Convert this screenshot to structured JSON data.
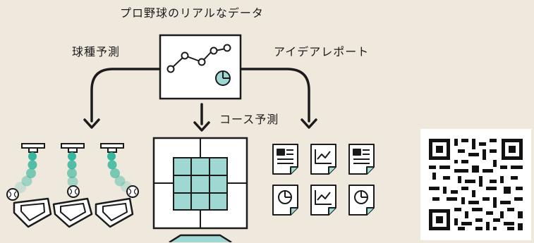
{
  "labels": {
    "title": "プロ野球のリアルなデータ",
    "pitch_prediction": "球種予測",
    "idea_report": "アイデアレポート",
    "course_prediction": "コース予測"
  },
  "colors": {
    "background": "#efe8dc",
    "teal": "#2bb39a",
    "teal_light": "#9fd8d3",
    "stroke": "#1b1b1b"
  },
  "icons": {
    "center": "line-chart-pie-icon",
    "left": "pitcher-ball-trajectory-icon",
    "middle": "strike-zone-grid-icon",
    "right": "report-documents-icon",
    "code": "qr-code-icon"
  }
}
